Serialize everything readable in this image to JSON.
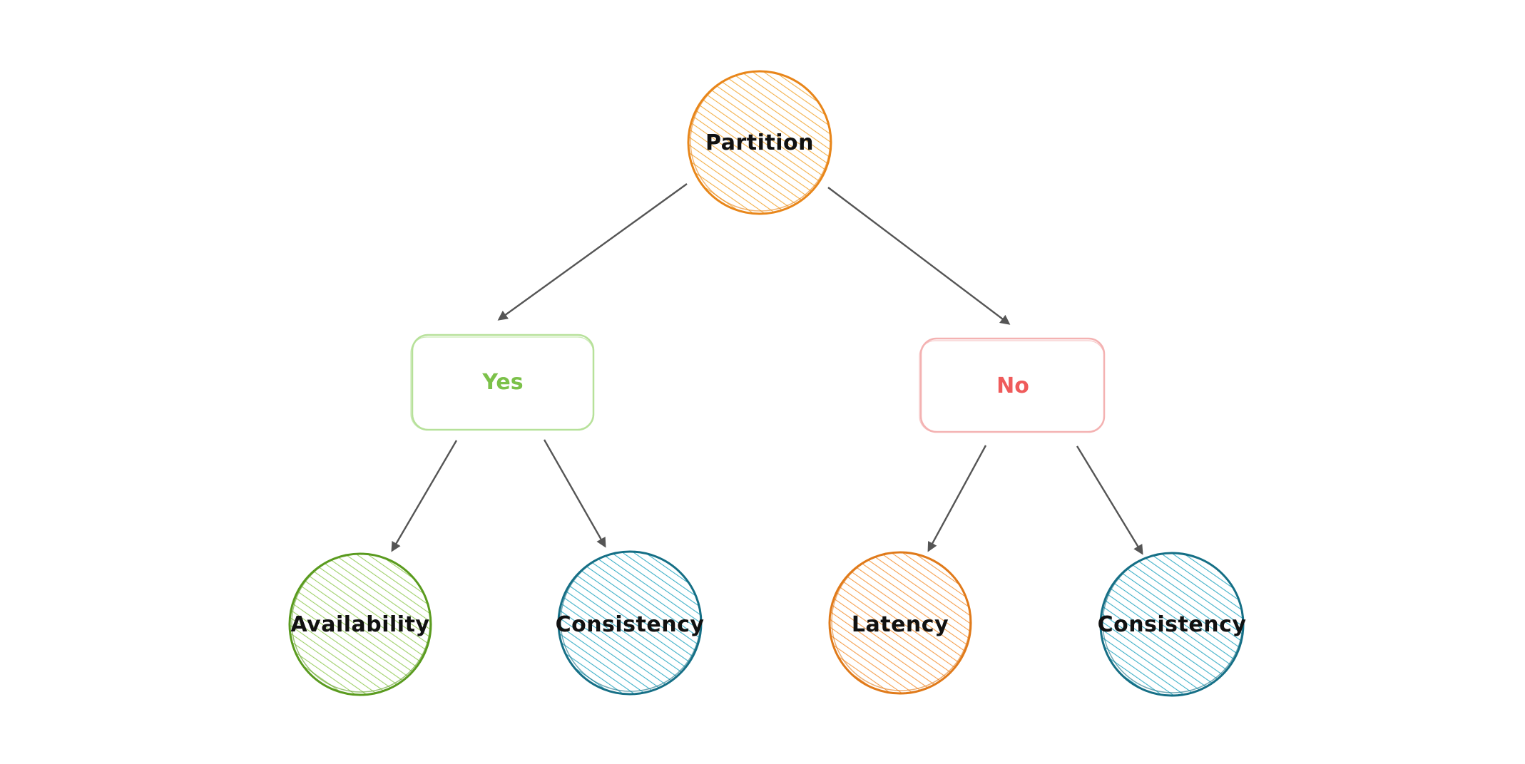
{
  "diagram": {
    "root": {
      "label": "Partition",
      "color": "#e8861a",
      "hatch": "#f3b04a"
    },
    "branches": [
      {
        "label": "Yes",
        "color": "#7cc14a",
        "children": [
          {
            "label": "Availability",
            "color": "#5a9b1f",
            "hatch": "#9fd06a"
          },
          {
            "label": "Consistency",
            "color": "#166f86",
            "hatch": "#3fb0c8"
          }
        ]
      },
      {
        "label": "No",
        "color": "#ef5b5b",
        "children": [
          {
            "label": "Latency",
            "color": "#e07a1a",
            "hatch": "#f5a050"
          },
          {
            "label": "Consistency",
            "color": "#166f86",
            "hatch": "#3fb0c8"
          }
        ]
      }
    ],
    "arrow_color": "#555555"
  }
}
